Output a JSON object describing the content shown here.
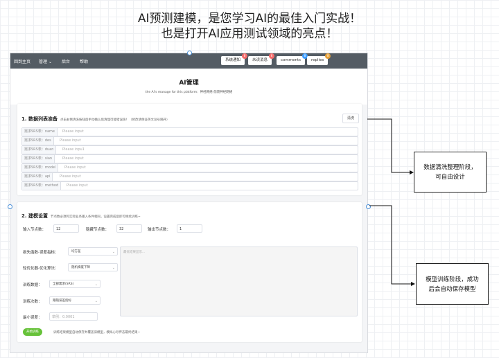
{
  "headline": {
    "line1": "AI预测建模，是您学习AI的最佳入门实战！",
    "line2": "也是打开AI应用测试领域的亮点！"
  },
  "nav": {
    "items": [
      "回到主页",
      "管理",
      "后台",
      "帮助"
    ],
    "manage_chevron": "⌄",
    "buttons": [
      {
        "label": "系统通知",
        "badge": "8",
        "color": "#f56c6c"
      },
      {
        "label": "未读消息",
        "badge": "6",
        "color": "#f56c6c"
      },
      {
        "label": "comments",
        "badge": "8",
        "color": "#409eff"
      },
      {
        "label": "replies",
        "badge": "8",
        "color": "#e6a23c"
      }
    ]
  },
  "page": {
    "title": "AI管理",
    "subtitle": "the AI's manage for this platform：神经网络-前馈神经网络"
  },
  "section1": {
    "title": "1. 数据列表准备",
    "hint": "点击右侧清洗按钮后手动确认后清理可能错误值！（修改请保证英文逗号隔开）",
    "clean_button": "清洗",
    "rows": [
      {
        "prefix": "需求SRS表：name",
        "placeholder": "Please input"
      },
      {
        "prefix": "需求SRS表：des",
        "placeholder": "Please input"
      },
      {
        "prefix": "需求SRS表：duan",
        "placeholder": "Please inpu1"
      },
      {
        "prefix": "需求SRS表：sian",
        "placeholder": "Please input"
      },
      {
        "prefix": "需求SRS表：model",
        "placeholder": "Please input"
      },
      {
        "prefix": "需求SRS表：api",
        "placeholder": "Please input"
      },
      {
        "prefix": "需求SRS表：method",
        "placeholder": "Please input"
      }
    ]
  },
  "section2": {
    "title": "2. 建模设置",
    "hint": "节点数必须和实际业务输入条件相同，设置完成后即可继续训练~",
    "input_nodes": {
      "label": "输入节点数：",
      "value": "12"
    },
    "hidden_nodes": {
      "label": "隐藏节点数：",
      "value": "32"
    },
    "output_nodes": {
      "label": "输出节点数：",
      "value": "1"
    },
    "loss": {
      "label": "损失函数-误差指标：",
      "value": "均方差"
    },
    "optimizer": {
      "label": "轻优化器-优化算法：",
      "value": "随机梯度下降"
    },
    "train_data": {
      "label": "训练数据：",
      "value": "全部需求(SRS)"
    },
    "train_times": {
      "label": "训练次数：",
      "value": "跟随误差指标"
    },
    "min_error": {
      "label": "最小误差：",
      "placeholder": "举例：0.0001"
    },
    "result_placeholder": "最优结果显示...",
    "start_button": "开始训练",
    "start_note": "训练结果模型自动保存并覆盖旧模型，模拟心导传态最终结果~"
  },
  "callouts": {
    "box1": {
      "line1": "数据清洗整理阶段，",
      "line2": "可自由设计"
    },
    "box2": {
      "line1": "模型训练阶段，成功",
      "line2": "后会自动保存模型"
    }
  }
}
